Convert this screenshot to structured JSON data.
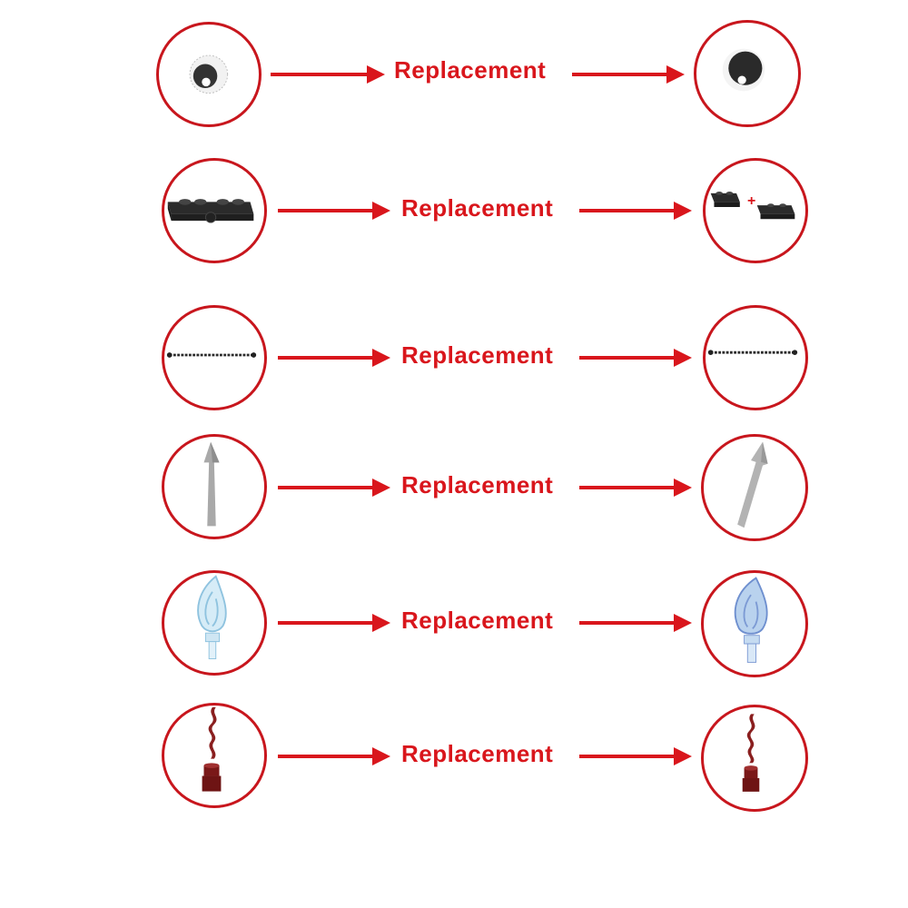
{
  "colors": {
    "accent": "#d9161c",
    "ring": "#c8161d"
  },
  "rows": [
    {
      "label": "Replacement",
      "part": "round-eye-tile",
      "left_icon": "eye-tile-icon",
      "right_icon": "eye-tile-icon"
    },
    {
      "label": "Replacement",
      "part": "hinge-plate",
      "left_icon": "hinge-plate-icon",
      "right_icon": "hinge-plate-pair-icon",
      "plus": "+"
    },
    {
      "label": "Replacement",
      "part": "chain",
      "left_icon": "chain-icon",
      "right_icon": "chain-icon"
    },
    {
      "label": "Replacement",
      "part": "spear",
      "left_icon": "spear-icon",
      "right_icon": "spear-icon"
    },
    {
      "label": "Replacement",
      "part": "flame",
      "left_icon": "flame-icon",
      "right_icon": "flame-icon"
    },
    {
      "label": "Replacement",
      "part": "flame-dark-red",
      "left_icon": "dark-red-flame-icon",
      "right_icon": "dark-red-flame-icon"
    }
  ]
}
